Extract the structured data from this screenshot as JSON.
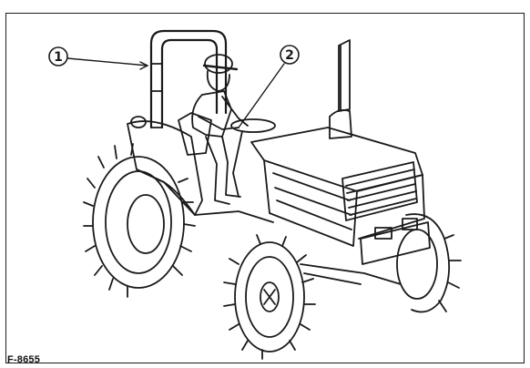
{
  "figure": {
    "code": "F-8655",
    "callouts": [
      {
        "number": "1",
        "glyph": "①"
      },
      {
        "number": "2",
        "glyph": "②"
      }
    ]
  },
  "colors": {
    "ink": "#1a1a1a",
    "paper": "#ffffff"
  },
  "icons": [
    "tractor-illustration",
    "operator-figure",
    "callout-circle"
  ]
}
